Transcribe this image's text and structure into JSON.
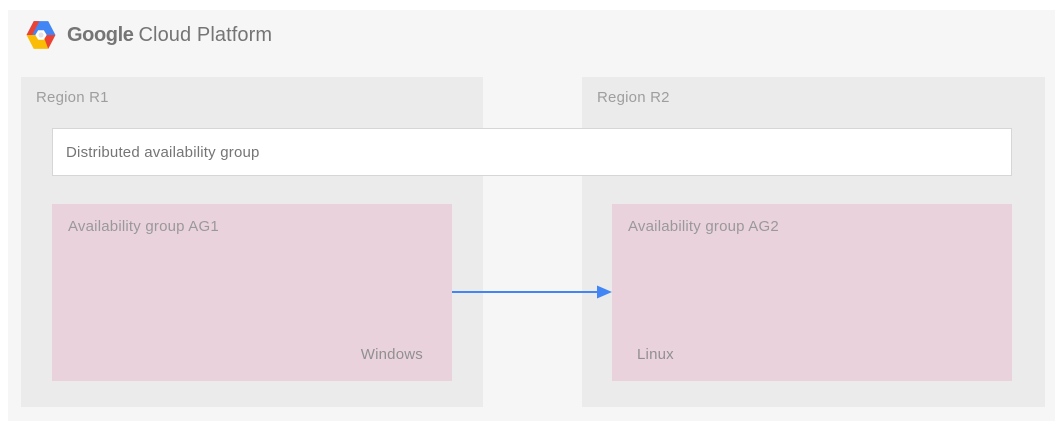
{
  "header": {
    "logo": "google-cloud-platform-hexagon-logo",
    "brand_primary": "Google",
    "brand_secondary": "Cloud Platform"
  },
  "distributed_group": {
    "label": "Distributed availability group"
  },
  "regions": [
    {
      "label": "Region R1",
      "availability_group": {
        "label": "Availability group AG1",
        "os": "Windows"
      }
    },
    {
      "label": "Region R2",
      "availability_group": {
        "label": "Availability group AG2",
        "os": "Linux"
      }
    }
  ],
  "arrow": {
    "meaning": "replication from AG1 to AG2",
    "direction": "left-to-right",
    "color": "#4285f4"
  },
  "colors": {
    "canvas_background": "#f6f6f6",
    "region_fill": "#ebebeb",
    "availability_group_fill": "#e9d2dc",
    "distributed_box_fill": "#ffffff",
    "distributed_box_border": "#d6d6d6",
    "text_gray": "#9e9e9e",
    "logo_blue": "#4285f4",
    "logo_red": "#ea4335",
    "logo_yellow": "#fbbc05"
  }
}
